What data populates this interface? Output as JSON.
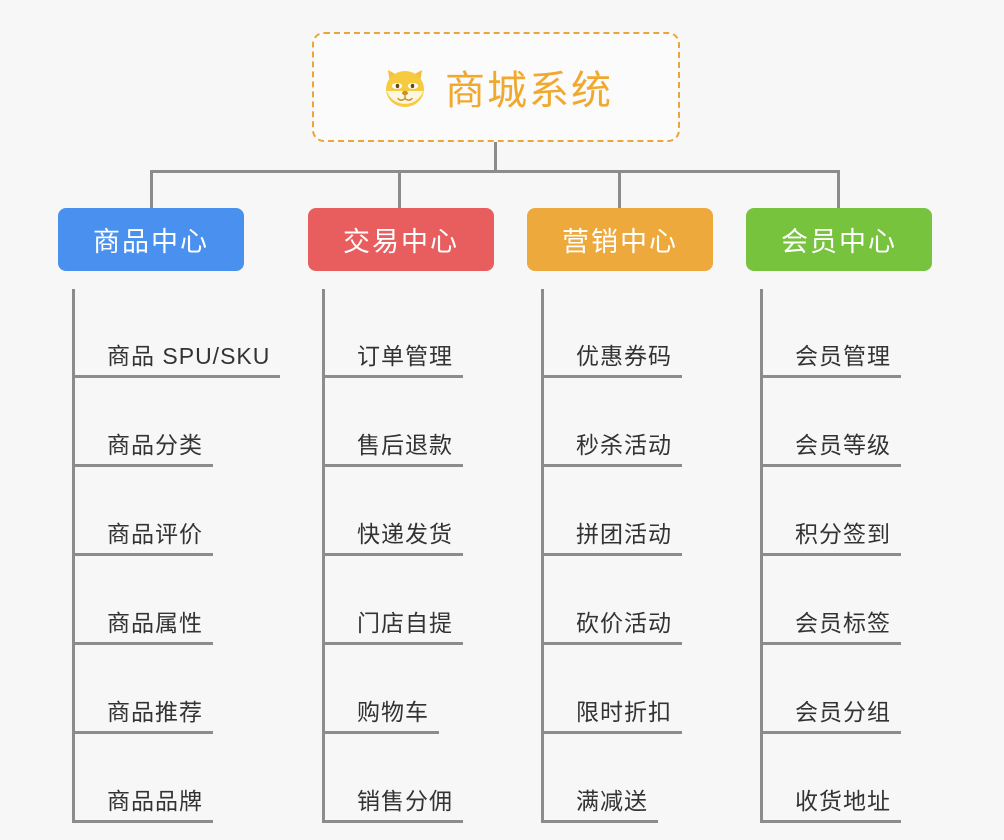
{
  "diagram": {
    "type": "mindmap",
    "background_color": "#f7f7f7",
    "connector_color": "#8c8c8c",
    "root": {
      "title": "商城系统",
      "icon": "shiba-dog-face",
      "emoji": "🐶",
      "text_color": "#f0a92e",
      "border_color": "#e9a63a",
      "border_style": "dashed"
    },
    "branches": [
      {
        "label": "商品中心",
        "color": "#4a90ee",
        "items": [
          "商品 SPU/SKU",
          "商品分类",
          "商品评价",
          "商品属性",
          "商品推荐",
          "商品品牌"
        ]
      },
      {
        "label": "交易中心",
        "color": "#e85d5d",
        "items": [
          "订单管理",
          "售后退款",
          "快递发货",
          "门店自提",
          "购物车",
          "销售分佣"
        ]
      },
      {
        "label": "营销中心",
        "color": "#eda93c",
        "items": [
          "优惠券码",
          "秒杀活动",
          "拼团活动",
          "砍价活动",
          "限时折扣",
          "满减送"
        ]
      },
      {
        "label": "会员中心",
        "color": "#77c33e",
        "items": [
          "会员管理",
          "会员等级",
          "积分签到",
          "会员标签",
          "会员分组",
          "收货地址"
        ]
      }
    ]
  }
}
